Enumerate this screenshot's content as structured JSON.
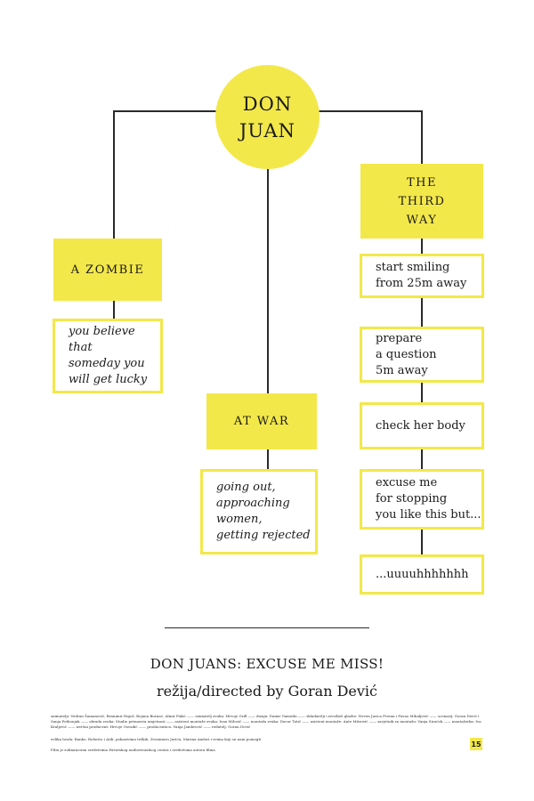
{
  "center": {
    "line1": "DON",
    "line2": "JUAN"
  },
  "branches": [
    {
      "label": [
        "A ZOMBIE"
      ],
      "items": [
        [
          "you believe that",
          "someday you",
          "will get lucky"
        ]
      ]
    },
    {
      "label": [
        "AT WAR"
      ],
      "items": [
        [
          "going out,",
          "approaching",
          "women,",
          "getting rejected"
        ]
      ]
    },
    {
      "label": [
        "THE",
        "THIRD",
        "WAY"
      ],
      "items": [
        [
          "start smiling",
          "from 25m away"
        ],
        [
          "prepare",
          "a question",
          "5m away"
        ],
        [
          "check her body"
        ],
        [
          "excuse me",
          "for stopping",
          "you like this but..."
        ],
        [
          "...uuuuhhhhhhh"
        ]
      ]
    }
  ],
  "title": "DON JUANS: EXCUSE ME MISS!",
  "subtitle": "režija/directed by Goran Dević",
  "credits": [
    "snimatelji: Vedran Šamanović, Branimir Hajoš, Bojana Burnać, Almir Fakić —— snimatelj zvuka: Hrvoje Grill —— dizajn: Damir Gamulin —— skladatelji i izvođači glazbe: Neven Jurica Frenia i Pavao Mihaljević —— scenarij: Goran Dević i Sanja Potkonjak —— obrada zvuka: Studio petnaesta umjetnost —— asistent montaže zvuka: Ivan Milović —— montaža zvuka: Davor Tatić —— asistent montaže: Ante Mitrović —— savjetnik za montažu: Vanja Sirućek —— montažerka: Iva Kraljević —— izvršni producent: Hrvoje Osvadić —— producentica: Vanja Jambrović —— redatelj: Goran Dević",
    "velika hvala: Banko, Roberto i Atili, pokazivima teških, Zvonimiru Juriću, Marina Andori i svima koji su nam pomogli",
    "Film je sufinanciran sredstvima Hrvatskog audiovizualnog centra i sredstvima autora filma"
  ],
  "rating": "15",
  "colors": {
    "accent": "#f3e84a",
    "line": "#2a2a2a"
  }
}
